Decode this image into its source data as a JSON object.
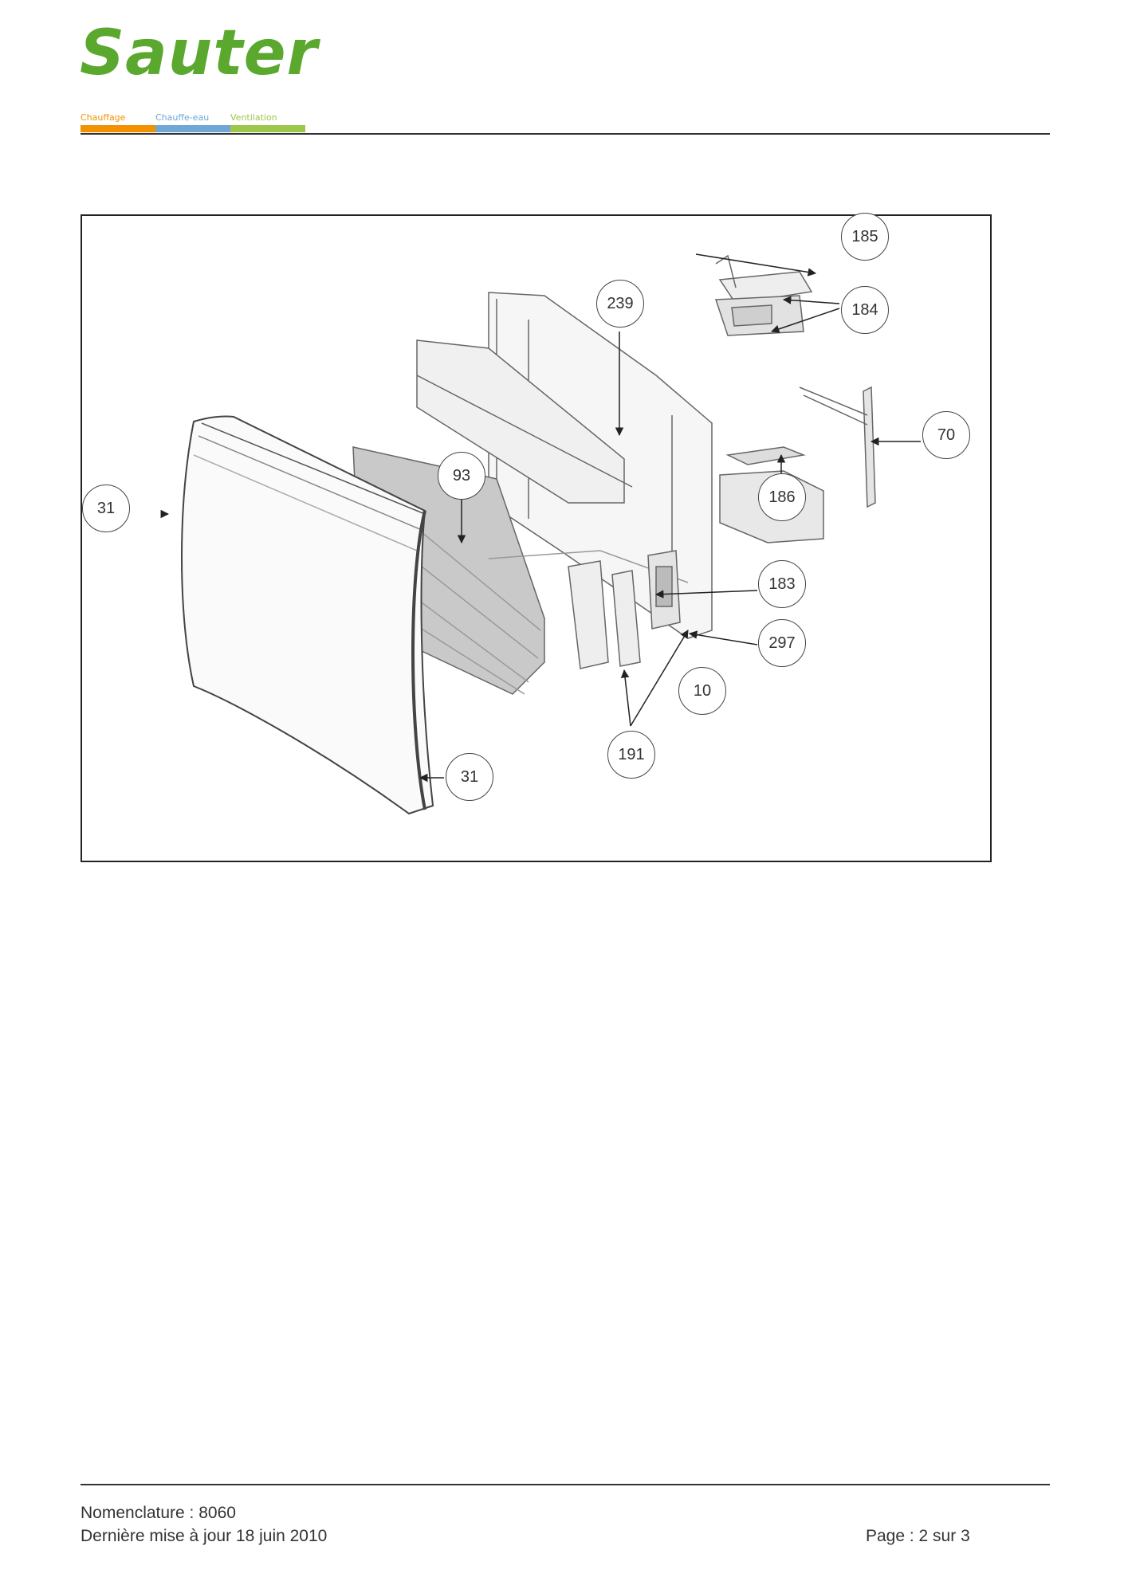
{
  "brand": {
    "name": "Sauter",
    "color": "#5aa82e"
  },
  "categories": [
    {
      "label": "Chauffage",
      "color": "#f39200"
    },
    {
      "label": "Chauffe-eau",
      "color": "#6fa7d6"
    },
    {
      "label": "Ventilation",
      "color": "#9cc74a"
    }
  ],
  "diagram": {
    "callouts": [
      {
        "label": "185"
      },
      {
        "label": "239"
      },
      {
        "label": "184"
      },
      {
        "label": "70"
      },
      {
        "label": "93"
      },
      {
        "label": "31"
      },
      {
        "label": "186"
      },
      {
        "label": "183"
      },
      {
        "label": "297"
      },
      {
        "label": "10"
      },
      {
        "label": "191"
      },
      {
        "label": "31"
      }
    ]
  },
  "footer": {
    "nomenclature": "Nomenclature : 8060",
    "last_update": "Dernière mise à jour 18 juin 2010",
    "page": "Page : 2 sur 3"
  }
}
